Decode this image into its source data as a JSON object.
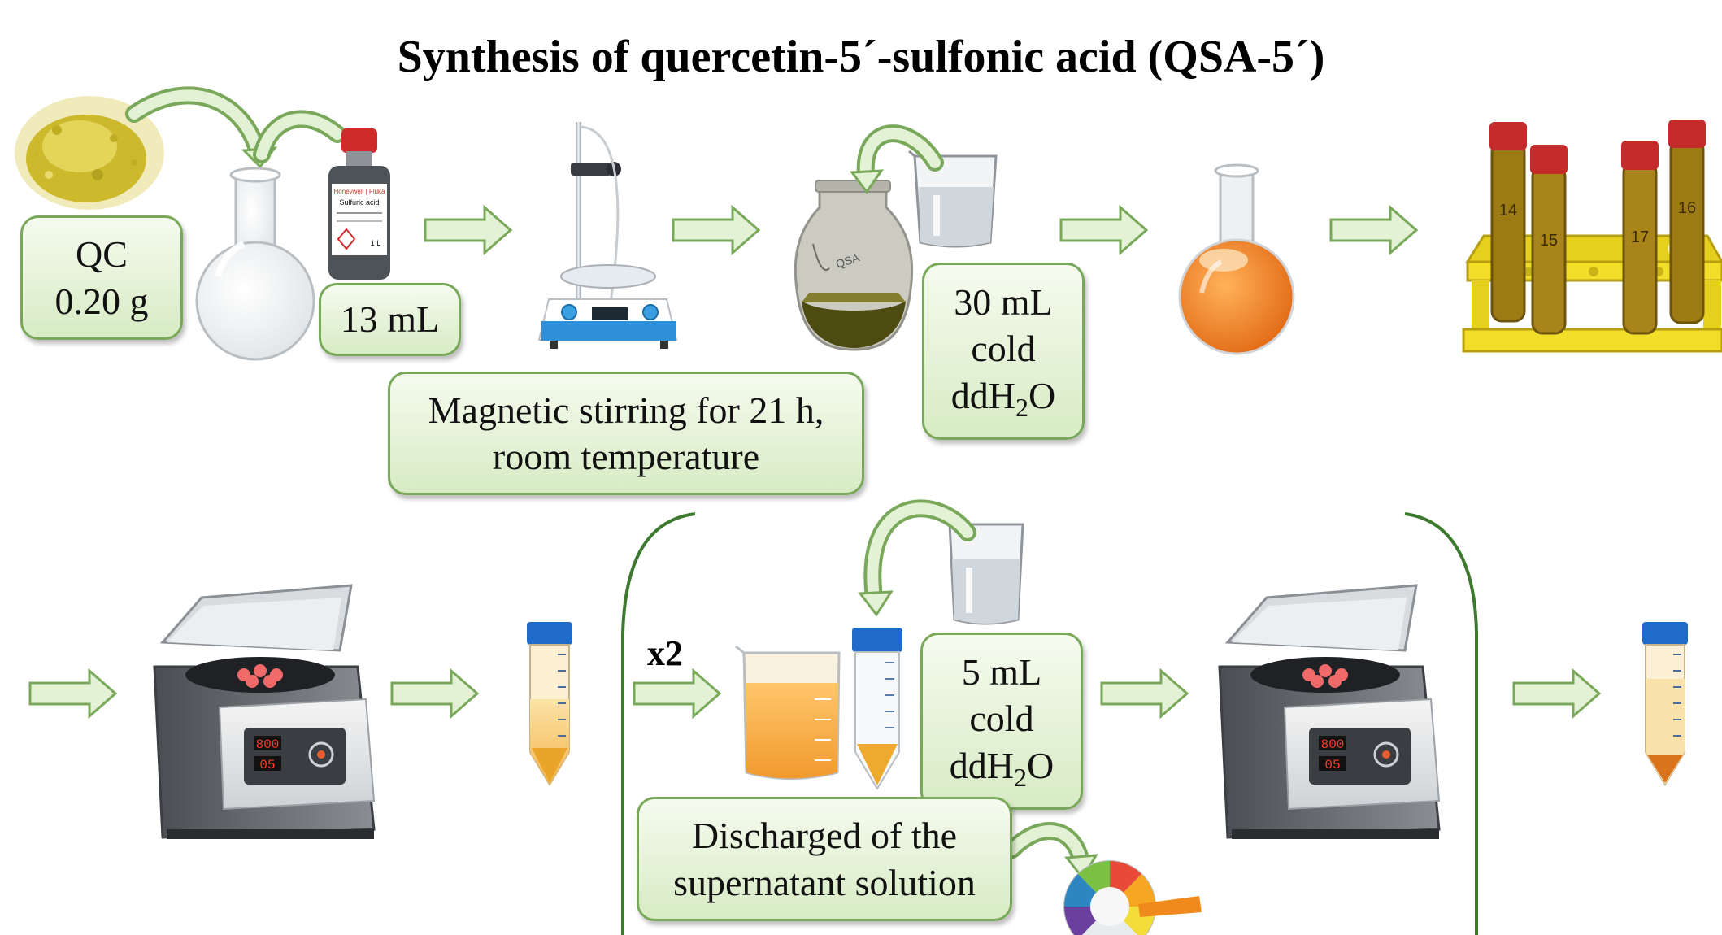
{
  "title": "Synthesis of quercetin-5´-sulfonic acid (QSA-5´)",
  "labels": {
    "qc_line1": "QC",
    "qc_line2": "0.20 g",
    "acid_volume": "13 mL",
    "stirring_line1": "Magnetic stirring for 21 h,",
    "stirring_line2": "room temperature",
    "water1_line1": "30 mL",
    "water1_line2": "cold",
    "water2_line1": "5 mL",
    "water2_line2": "cold",
    "water_formula_pre": "ddH",
    "water_formula_sub": "2",
    "water_formula_post": "O",
    "discharge_line1": "Discharged of the",
    "discharge_line2": "supernatant solution",
    "repeat": "x2"
  },
  "bottle_label": {
    "brand": "Honeywell | Fluka",
    "name": "Sulfuric acid",
    "size": "1 L"
  },
  "tube_numbers": [
    "14",
    "15",
    "17",
    "16"
  ],
  "centrifuge_display": [
    "800",
    "05"
  ],
  "colors": {
    "arrow_fill": "#e3f1d5",
    "arrow_stroke": "#79a85a",
    "box_fill": "#dcedcc",
    "box_border": "#79a85a",
    "group_border": "#3d7a2f",
    "quercetin": "#d9c53a",
    "orange_product": "#f07a18",
    "tube_liquid": "#9c7a14",
    "rack": "#f2de28"
  }
}
